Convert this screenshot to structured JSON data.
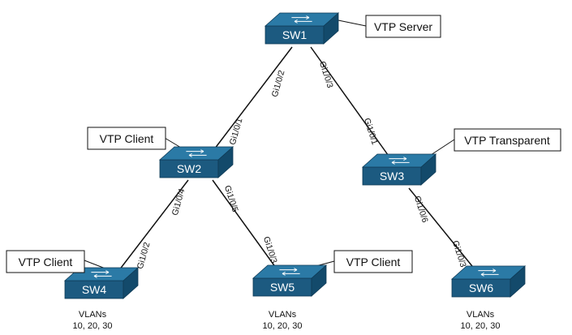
{
  "switches": [
    {
      "id": "sw1",
      "name": "SW1"
    },
    {
      "id": "sw2",
      "name": "SW2"
    },
    {
      "id": "sw3",
      "name": "SW3"
    },
    {
      "id": "sw4",
      "name": "SW4"
    },
    {
      "id": "sw5",
      "name": "SW5"
    },
    {
      "id": "sw6",
      "name": "SW6"
    }
  ],
  "roles": {
    "sw1": "VTP Server",
    "sw2": "VTP Client",
    "sw3": "VTP Transparent",
    "sw4": "VTP Client",
    "sw5": "VTP Client"
  },
  "links": [
    {
      "from": "SW1",
      "to": "SW2",
      "from_port": "Gi1/0/2",
      "to_port": "Gi1/0/1"
    },
    {
      "from": "SW1",
      "to": "SW3",
      "from_port": "Gi1/0/3",
      "to_port": "Gi1/0/1"
    },
    {
      "from": "SW2",
      "to": "SW4",
      "from_port": "Gi1/0/4",
      "to_port": "Gi1/0/2"
    },
    {
      "from": "SW2",
      "to": "SW5",
      "from_port": "Gi1/0/5",
      "to_port": "Gi1/0/3"
    },
    {
      "from": "SW3",
      "to": "SW6",
      "from_port": "Gi1/0/6",
      "to_port": "Gi1/0/3"
    }
  ],
  "vlans": {
    "heading": "VLANs",
    "sw4": "10, 20, 30",
    "sw5": "10, 20, 30",
    "sw6": "10, 20, 30"
  },
  "colors": {
    "switch_top": "#2b7aa6",
    "switch_front": "#1c5a80",
    "switch_side": "#134a6b",
    "link": "#111111"
  }
}
